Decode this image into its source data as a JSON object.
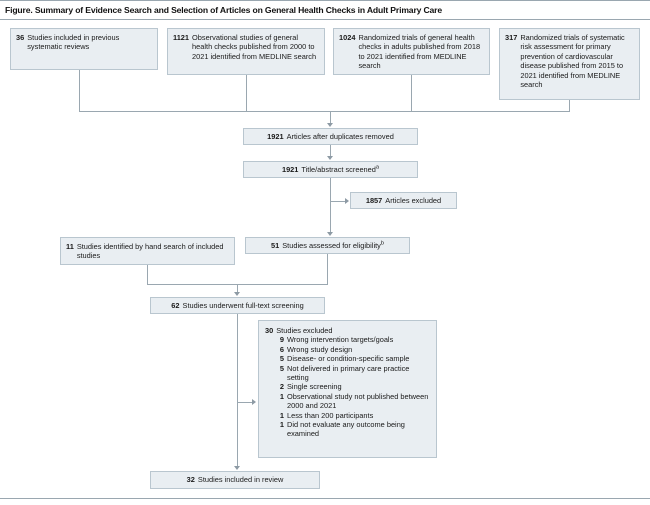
{
  "figure": {
    "title": "Figure. Summary of Evidence Search and Selection of Articles on General Health Checks in Adult Primary Care"
  },
  "sources": [
    {
      "id": "prev-systematic-reviews",
      "count": "36",
      "label": "Studies included in previous systematic reviews"
    },
    {
      "id": "observational-medline",
      "count": "1121",
      "label": "Observational studies of general health checks published from 2000 to 2021 identified from MEDLINE search"
    },
    {
      "id": "rct-general-health-checks",
      "count": "1024",
      "label": "Randomized trials of general health checks in adults published from 2018 to 2021 identified from MEDLINE search"
    },
    {
      "id": "rct-risk-assessment",
      "count": "317",
      "label": "Randomized trials of systematic risk assessment for primary prevention of cardiovascular disease published from 2015 to 2021 identified from MEDLINE search"
    }
  ],
  "flow": {
    "duplicates_removed": {
      "count": "1921",
      "label": "Articles after duplicates removed"
    },
    "title_abstract_screened": {
      "count": "1921",
      "label": "Title/abstract screened",
      "footnote": "a"
    },
    "articles_excluded": {
      "count": "1857",
      "label": "Articles excluded"
    },
    "hand_search": {
      "count": "11",
      "label": "Studies identified by hand search of included studies"
    },
    "assessed_for_eligibility": {
      "count": "51",
      "label": "Studies assessed for eligibility",
      "footnote": "b"
    },
    "full_text_screening": {
      "count": "62",
      "label": "Studies underwent full-text screening"
    },
    "included_in_review": {
      "count": "32",
      "label": "Studies included in review"
    }
  },
  "exclusions": {
    "total": {
      "count": "30",
      "label": "Studies excluded"
    },
    "reasons": [
      {
        "count": "9",
        "label": "Wrong intervention targets/goals"
      },
      {
        "count": "6",
        "label": "Wrong study design"
      },
      {
        "count": "5",
        "label": "Disease- or condition-specific sample"
      },
      {
        "count": "5",
        "label": "Not delivered in primary care practice setting"
      },
      {
        "count": "2",
        "label": "Single screening"
      },
      {
        "count": "1",
        "label": "Observational study not published between 2000 and 2021"
      },
      {
        "count": "1",
        "label": "Less than 200 participants"
      },
      {
        "count": "1",
        "label": "Did not evaluate any outcome being examined"
      }
    ]
  },
  "colors": {
    "box_fill": "#e9eef2",
    "box_border": "#b9c6cf",
    "connector": "#9aa7b0",
    "text": "#1a1a1a"
  }
}
